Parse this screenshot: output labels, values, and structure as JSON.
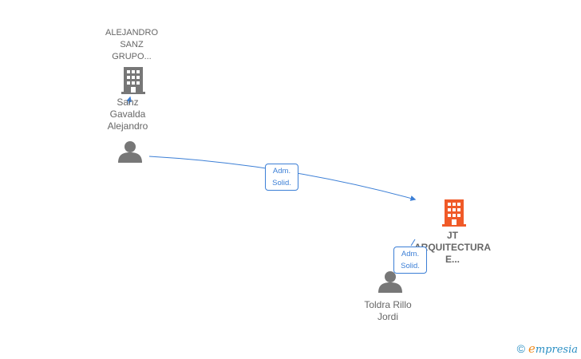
{
  "nodes": {
    "alejandro_sanz_grupo": {
      "label": "ALEJANDRO\nSANZ\nGRUPO...",
      "icon": "building-icon",
      "color": "#777777"
    },
    "sanz_gavalda": {
      "label": "Sanz\nGavalda\nAlejandro",
      "icon": "person-icon",
      "color": "#777777"
    },
    "jt_arquitectura": {
      "label": "JT\nARQUITECTURA\nE...",
      "icon": "building-icon",
      "color": "#f05a28"
    },
    "toldra_rillo": {
      "label": "Toldra Rillo\nJordi",
      "icon": "person-icon",
      "color": "#777777"
    }
  },
  "relations": [
    {
      "from": "sanz_gavalda",
      "to": "jt_arquitectura",
      "label": "Adm.\nSolid."
    },
    {
      "from": "toldra_rillo",
      "to": "jt_arquitectura",
      "label": "Adm.\nSolid."
    },
    {
      "from": "sanz_gavalda",
      "to": "alejandro_sanz_grupo",
      "label": ""
    }
  ],
  "colors": {
    "edge": "#3c7fd6",
    "badge_text": "#3c7fd6"
  },
  "brand": {
    "copyright": "©",
    "e": "e",
    "name": "mpresia"
  }
}
